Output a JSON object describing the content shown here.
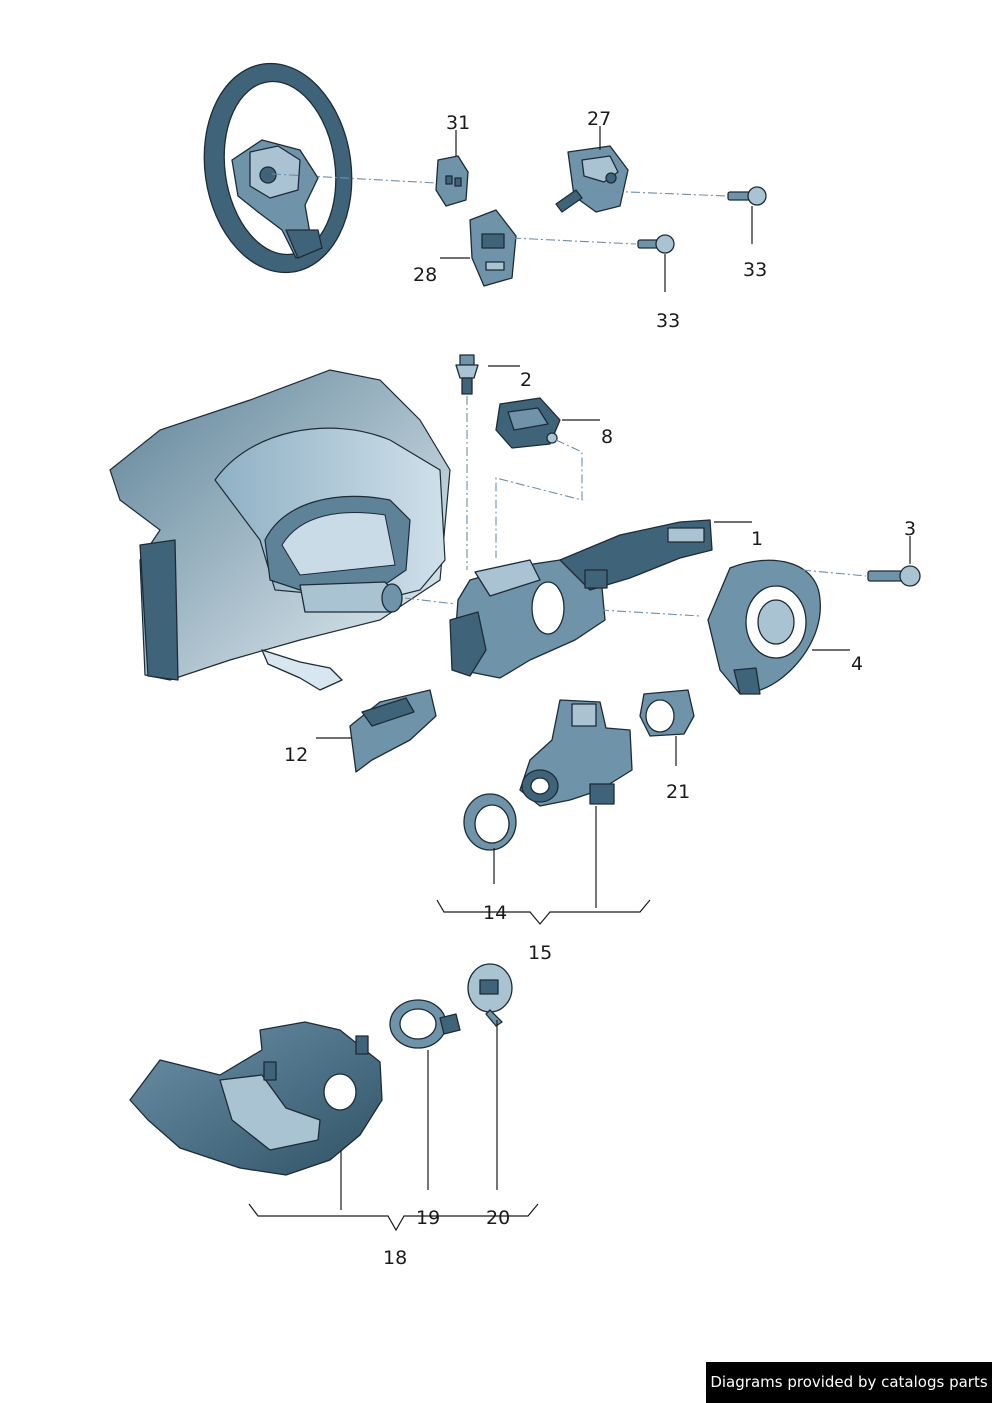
{
  "callouts": {
    "c1": "1",
    "c2": "2",
    "c3": "3",
    "c4": "4",
    "c8": "8",
    "c12": "12",
    "c14": "14",
    "c15": "15",
    "c18": "18",
    "c19": "19",
    "c20": "20",
    "c21": "21",
    "c27": "27",
    "c28": "28",
    "c31": "31",
    "c33a": "33",
    "c33b": "33"
  },
  "footer": {
    "text": "Diagrams provided by catalogs parts"
  },
  "colors": {
    "part_dark": "#3f6479",
    "part_mid": "#6f93a8",
    "part_light": "#a9c3d3",
    "background": "#ffffff",
    "badge": "#000000"
  }
}
